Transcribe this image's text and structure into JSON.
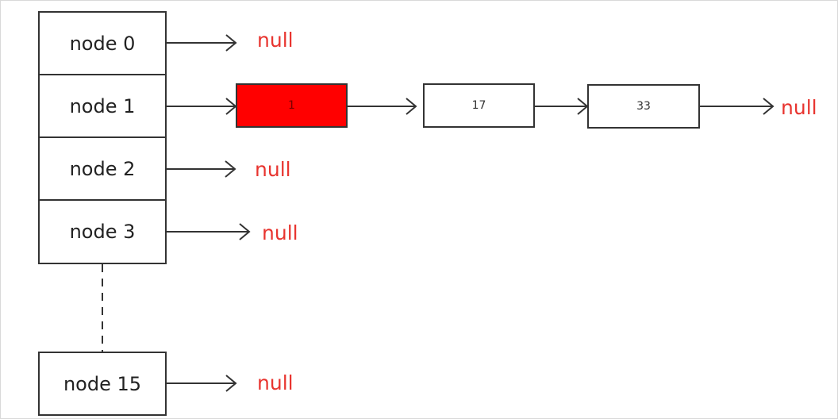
{
  "buckets": [
    {
      "label": "node 0"
    },
    {
      "label": "node 1"
    },
    {
      "label": "node 2"
    },
    {
      "label": "node 3"
    },
    {
      "label": "node 15"
    }
  ],
  "chain": {
    "nodes": [
      {
        "value": "1",
        "highlighted": true
      },
      {
        "value": "17",
        "highlighted": false
      },
      {
        "value": "33",
        "highlighted": false
      }
    ],
    "terminator": "null"
  },
  "null_label": "null",
  "colors": {
    "highlight": "#ff0000",
    "null_text": "#e8342f",
    "stroke": "#333333"
  }
}
